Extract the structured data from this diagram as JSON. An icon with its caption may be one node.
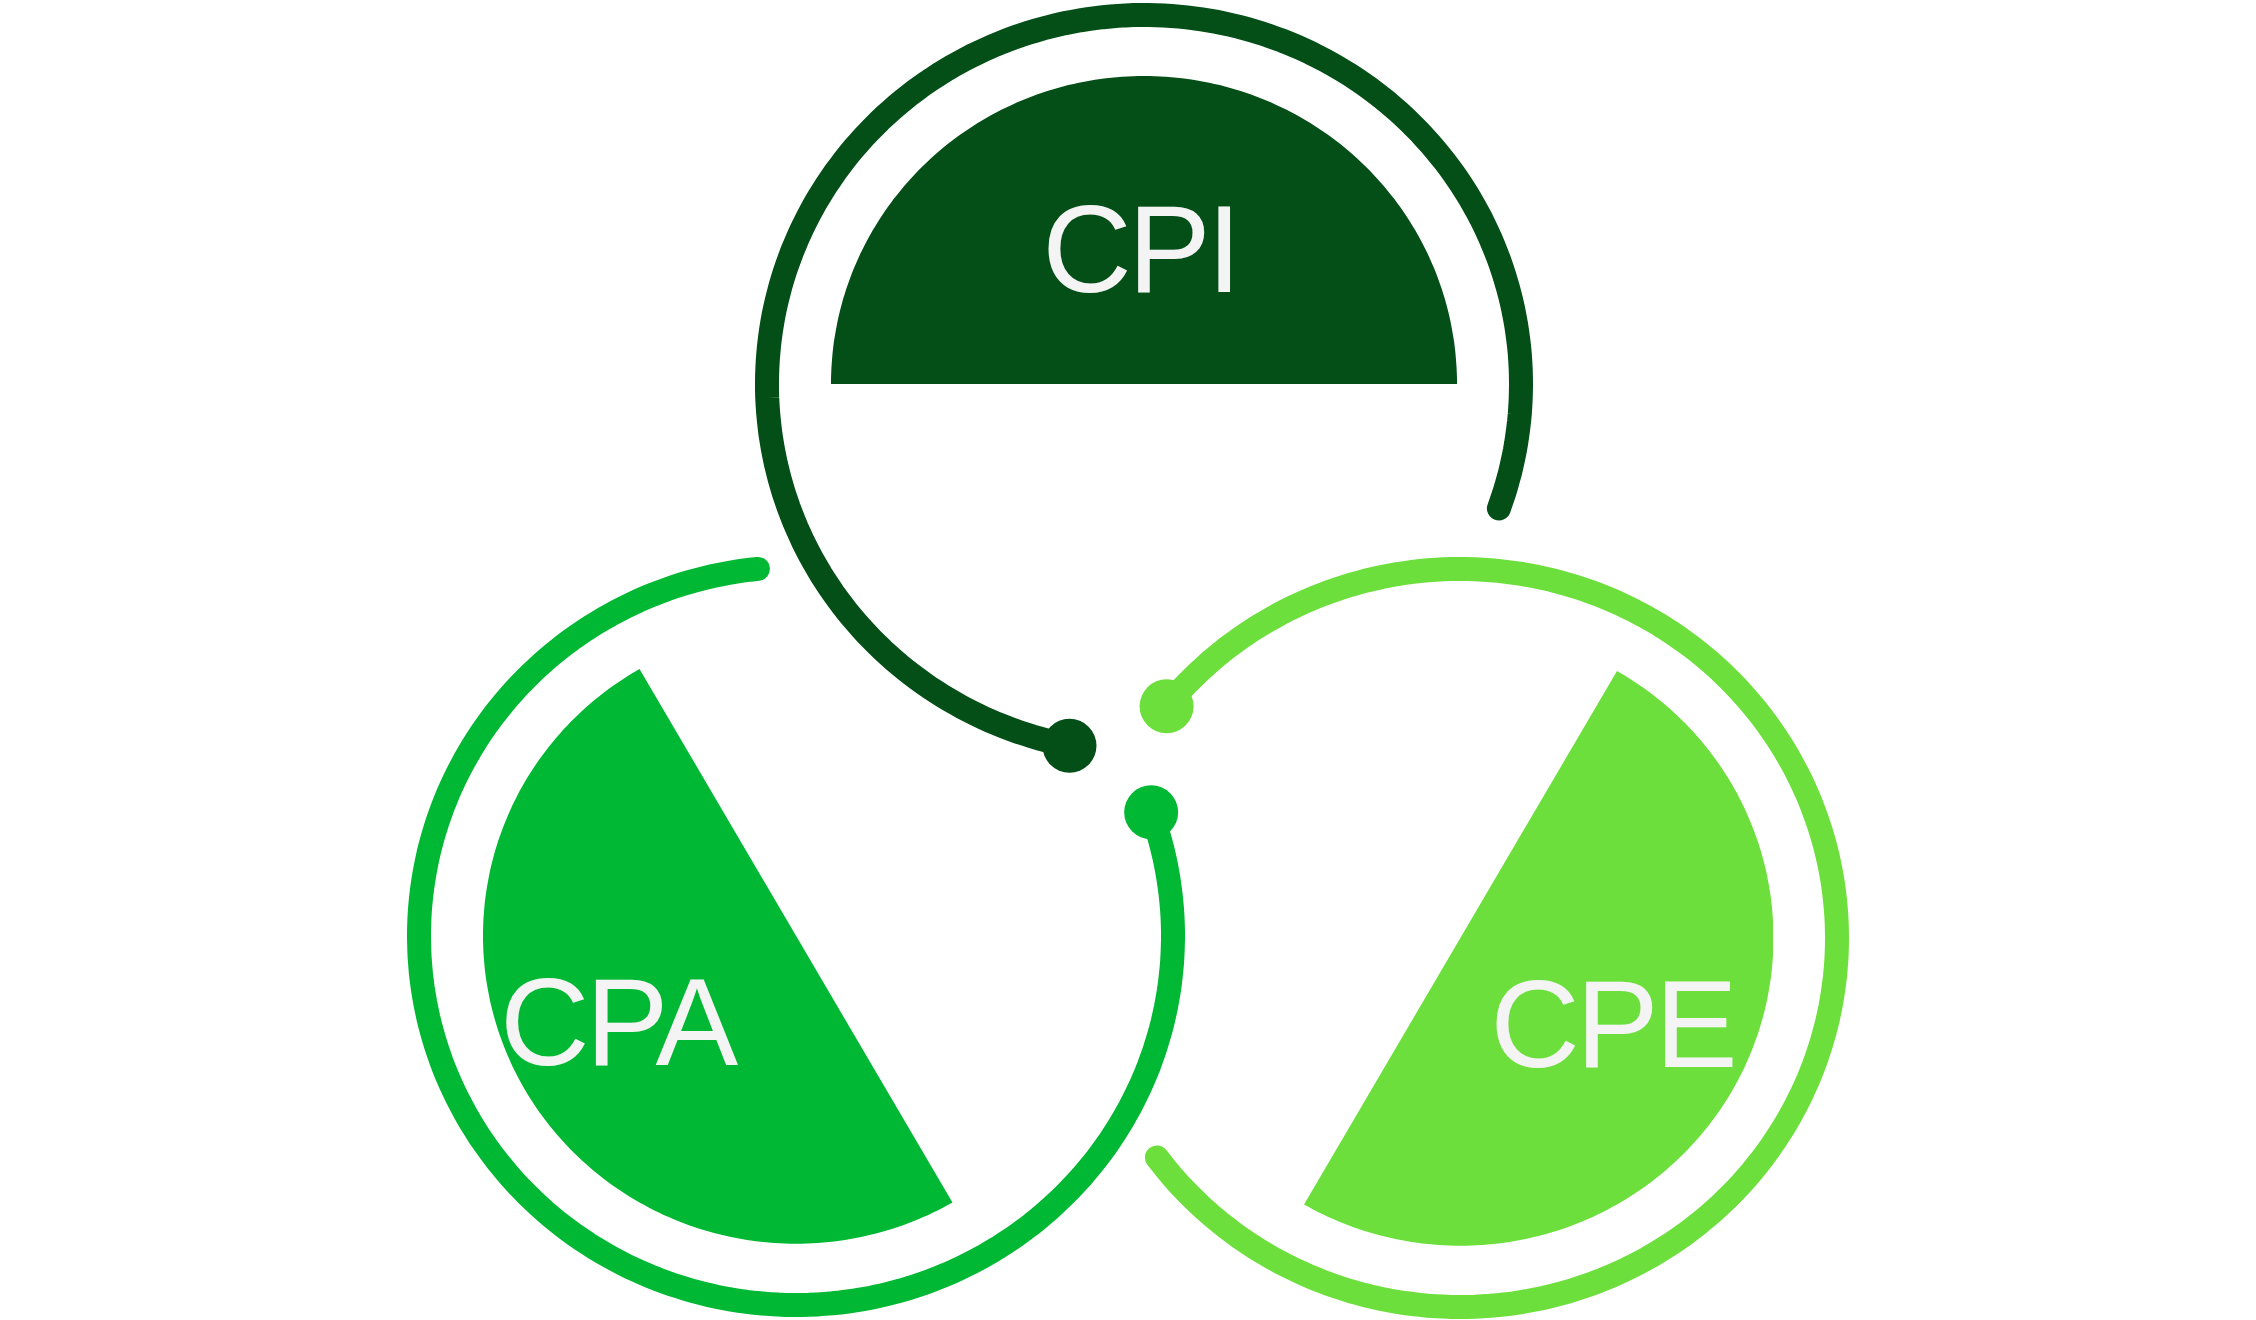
{
  "diagram": {
    "nodes": [
      {
        "text": [
          "CPI"
        ]
      },
      {
        "text": [
          "CPA"
        ]
      },
      {
        "text": [
          "CPE"
        ]
      }
    ]
  }
}
